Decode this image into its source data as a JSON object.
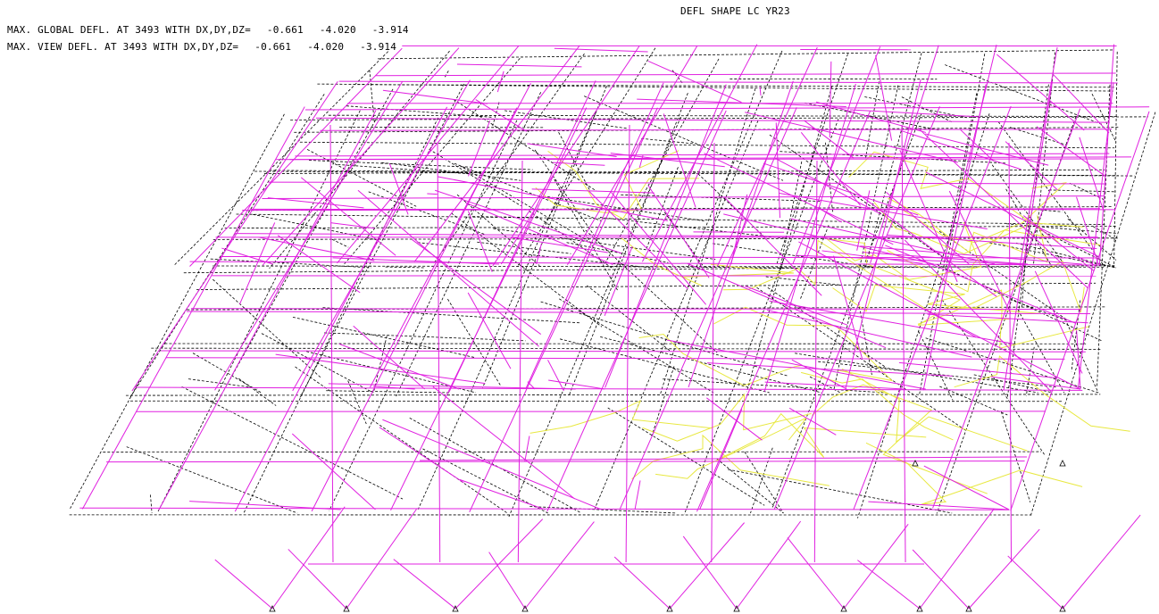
{
  "plot": {
    "title": "DEFL SHAPE LC YR23"
  },
  "deflection": {
    "global": {
      "label": "MAX. GLOBAL DEFL. AT 3493 WITH DX,DY,DZ=",
      "dx": "-0.661",
      "dy": "-4.020",
      "dz": "-3.914"
    },
    "view": {
      "label": "MAX. VIEW DEFL. AT 3493 WITH DX,DY,DZ=",
      "dx": "-0.661",
      "dy": "-4.020",
      "dz": "-3.914"
    }
  },
  "colors": {
    "undeformed": "#000000",
    "deformed": "#e020e0",
    "highlight": "#e8e840",
    "background": "#ffffff"
  }
}
